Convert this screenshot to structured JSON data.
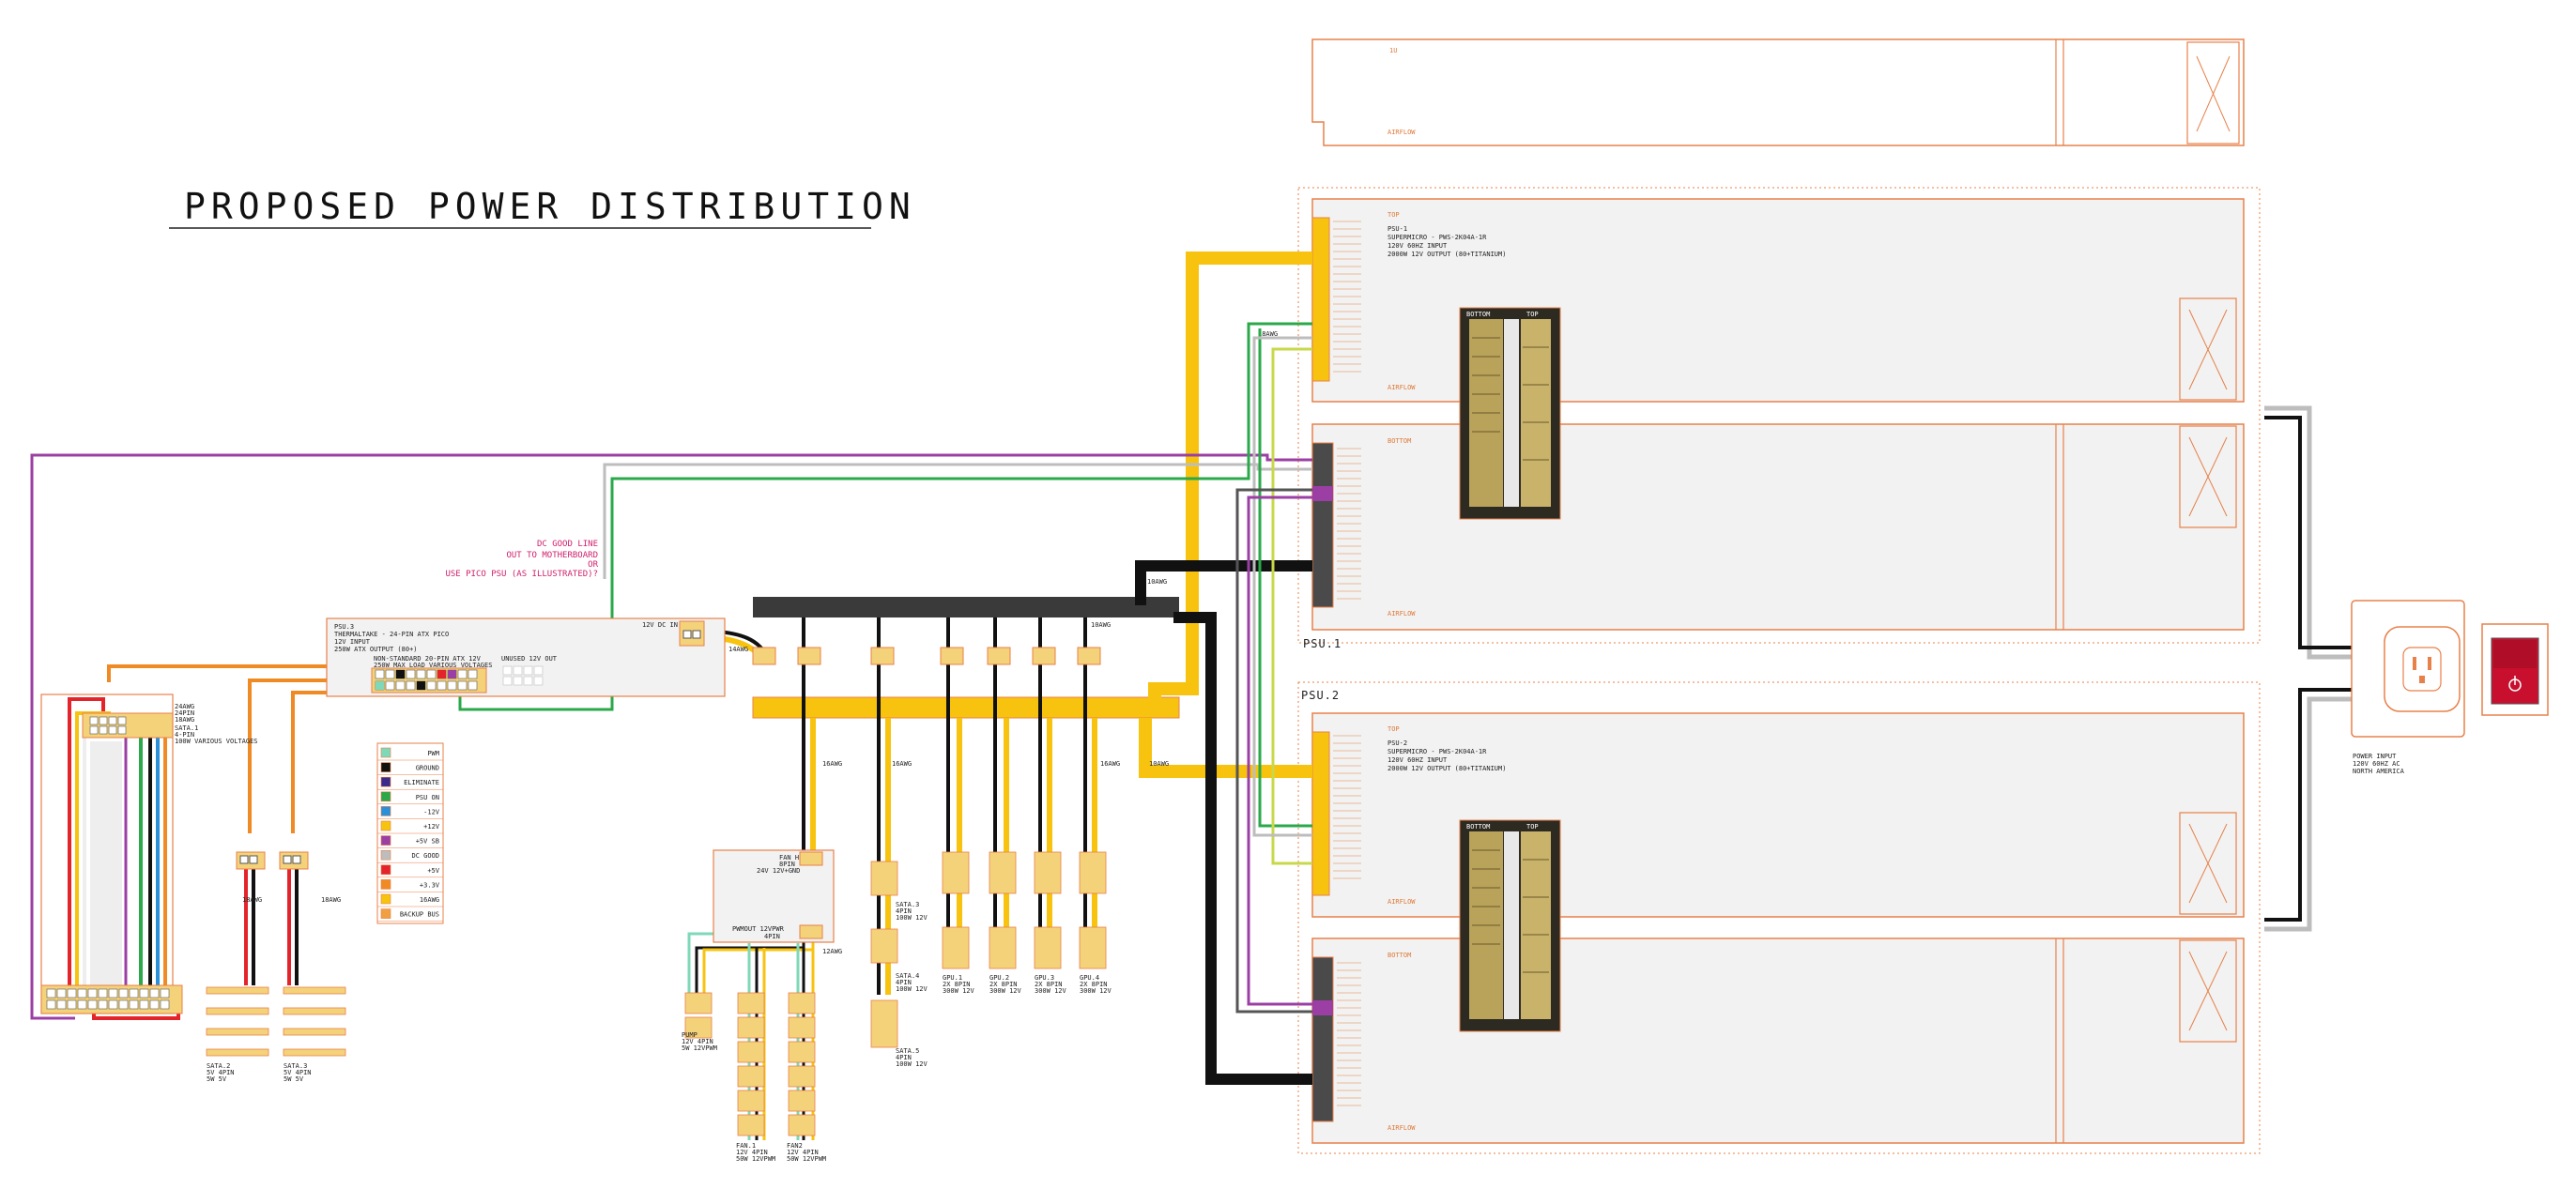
{
  "title": "PROPOSED POWER DISTRIBUTION",
  "colors": {
    "outline": "#e8804a",
    "yellow": "#f7c30f",
    "black": "#111111",
    "red": "#e3242b",
    "purple": "#9b3fa4",
    "green": "#2aa84a",
    "blue": "#2a90d8",
    "teal": "#7fd8b8",
    "gray": "#bdbdbd",
    "dark_bar": "#3a3a3a",
    "panel_fill": "#f1f2f1",
    "power_switch": "#c8102e"
  },
  "top_chassis": {
    "label": "1U",
    "airflow": "AIRFLOW"
  },
  "psu1": {
    "name": "PSU.1",
    "top_tag": "TOP",
    "bottom_tag": "BOTTOM",
    "desc": [
      "PSU-1",
      "SUPERMICRO - PWS-2K04A-1R",
      "120V 60HZ INPUT",
      "2000W 12V OUTPUT (80+TITANIUM)"
    ],
    "photo_labels": [
      "BOTTOM",
      "TOP"
    ],
    "airflow": "AIRFLOW",
    "wire_tag": "18AWG"
  },
  "psu2": {
    "name": "PSU.2",
    "top_tag": "TOP",
    "bottom_tag": "BOTTOM",
    "desc": [
      "PSU-2",
      "SUPERMICRO - PWS-2K04A-1R",
      "120V 60HZ INPUT",
      "2000W 12V OUTPUT (80+TITANIUM)"
    ],
    "photo_labels": [
      "BOTTOM",
      "TOP"
    ],
    "airflow": "AIRFLOW"
  },
  "power_input": {
    "label": [
      "POWER INPUT",
      "120V 60HZ AC",
      "NORTH AMERICA"
    ]
  },
  "dc_good": {
    "lines": [
      "DC GOOD LINE",
      "OUT TO MOTHERBOARD",
      "OR",
      "USE PICO PSU (AS ILLUSTRATED)?"
    ]
  },
  "pico_psu": {
    "lines": [
      "PSU.3",
      "THERMALTAKE - 24-PIN ATX PICO",
      "12V INPUT",
      "250W ATX OUTPUT (80+)"
    ],
    "sub": [
      "NON-STANDARD 20-PIN ATX 12V",
      "250W MAX LOAD VARIOUS VOLTAGES"
    ],
    "unused": "UNUSED 12V OUT",
    "in_label": "12V DC IN"
  },
  "legend": [
    {
      "label": "PWM",
      "color": "#7fd8b8"
    },
    {
      "label": "GROUND",
      "color": "#111111"
    },
    {
      "label": "ELIMINATE",
      "color": "#3a2a8a"
    },
    {
      "label": "PSU ON",
      "color": "#2aa84a"
    },
    {
      "label": "-12V",
      "color": "#2a90d8"
    },
    {
      "label": "+12V",
      "color": "#f7c30f"
    },
    {
      "label": "+5V SB",
      "color": "#9b3fa4"
    },
    {
      "label": "DC GOOD",
      "color": "#bdbdbd"
    },
    {
      "label": "+5V",
      "color": "#e3242b"
    },
    {
      "label": "+3.3V",
      "color": "#f08a24"
    },
    {
      "label": "16AWG",
      "color": "#f7c30f"
    },
    {
      "label": "BACKUP BUS",
      "color": "#f0a040"
    }
  ],
  "atx_connector": {
    "lines": [
      "24AWG",
      "24PIN",
      "18AWG",
      "SATA.1",
      "4-PIN",
      "100W VARIOUS VOLTAGES"
    ]
  },
  "fan_hub": {
    "lines": [
      "FAN HUB",
      "8PIN",
      "24V 12V+GND"
    ],
    "pwm": "PWMOUT 12VPWR",
    "pwm_pins": "4PIN"
  },
  "sata_left": [
    {
      "lines": [
        "SATA.2",
        "5V 4PIN",
        "5W 5V"
      ]
    },
    {
      "lines": [
        "SATA.3",
        "5V 4PIN",
        "5W 5V"
      ]
    }
  ],
  "sata_mid": [
    {
      "lines": [
        "SATA.3",
        "4PIN",
        "100W 12V"
      ]
    },
    {
      "lines": [
        "SATA.4",
        "4PIN",
        "100W 12V"
      ]
    },
    {
      "lines": [
        "SATA.5",
        "4PIN",
        "100W 12V"
      ]
    }
  ],
  "gpus": [
    {
      "lines": [
        "GPU.1",
        "2X 8PIN",
        "300W 12V"
      ]
    },
    {
      "lines": [
        "GPU.2",
        "2X 8PIN",
        "300W 12V"
      ]
    },
    {
      "lines": [
        "GPU.3",
        "2X 8PIN",
        "300W 12V"
      ]
    },
    {
      "lines": [
        "GPU.4",
        "2X 8PIN",
        "300W 12V"
      ]
    }
  ],
  "fans": [
    {
      "lines": [
        "PUMP",
        "12V 4PIN",
        "5W 12VPWM"
      ]
    },
    {
      "lines": [
        "FAN.1",
        "12V 4PIN",
        "50W 12VPWM"
      ]
    },
    {
      "lines": [
        "FAN2",
        "12V 4PIN",
        "50W 12VPWM"
      ]
    }
  ],
  "wire_tags": [
    "10AWG",
    "16AWG",
    "16AWG",
    "16AWG",
    "14AWG",
    "10AWG",
    "18AWG",
    "18AWG",
    "12AWG"
  ]
}
